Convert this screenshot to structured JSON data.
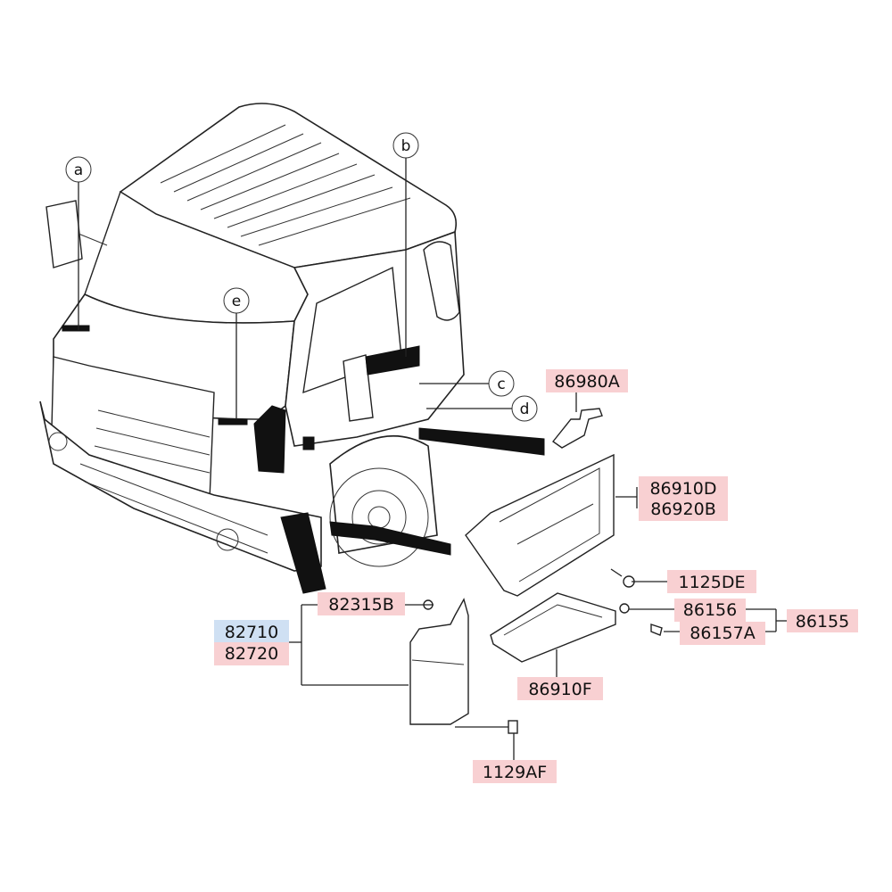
{
  "colors": {
    "label_highlight": "#f8d0d2",
    "label_selected": "#cfe0f3",
    "line": "#222222"
  },
  "callouts": {
    "a": "a",
    "b": "b",
    "c": "c",
    "d": "d",
    "e": "e"
  },
  "parts": {
    "p86980A": "86980A",
    "p86910D": "86910D",
    "p86920B": "86920B",
    "p1125DE": "1125DE",
    "p86156": "86156",
    "p86157A": "86157A",
    "p86155": "86155",
    "p86910F": "86910F",
    "p82315B": "82315B",
    "p82710": "82710",
    "p82720": "82720",
    "p1129AF": "1129AF"
  }
}
